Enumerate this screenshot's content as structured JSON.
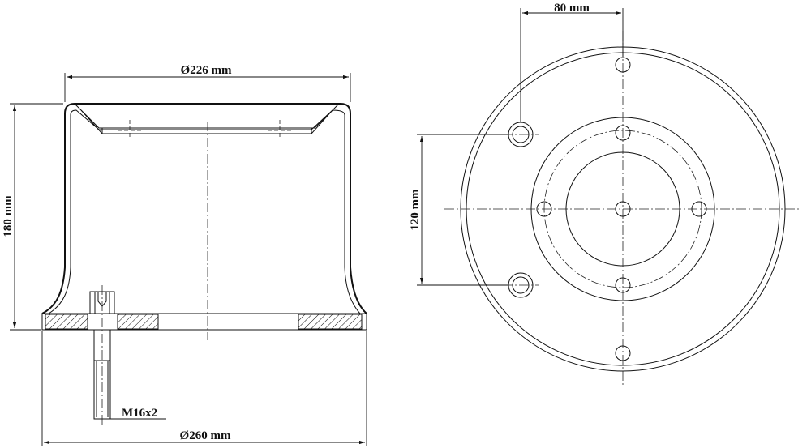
{
  "dimensions": {
    "inner_diameter": "Ø226 mm",
    "outer_diameter": "Ø260 mm",
    "height": "180 mm",
    "thread": "M16x2",
    "hole_spacing_horizontal": "80 mm",
    "hole_spacing_vertical": "120 mm"
  }
}
